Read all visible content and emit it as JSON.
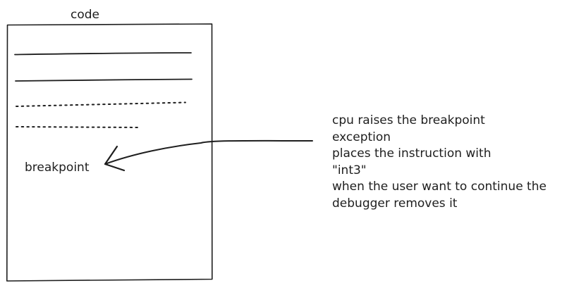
{
  "diagram": {
    "code_box_title": "code",
    "breakpoint_label": "breakpoint",
    "note_lines": [
      "cpu raises the breakpoint",
      "exception",
      "places the instruction with",
      "\"int3\"",
      "when the user want to continue the",
      "debugger removes it"
    ],
    "stroke_color": "#1e1e1e"
  }
}
